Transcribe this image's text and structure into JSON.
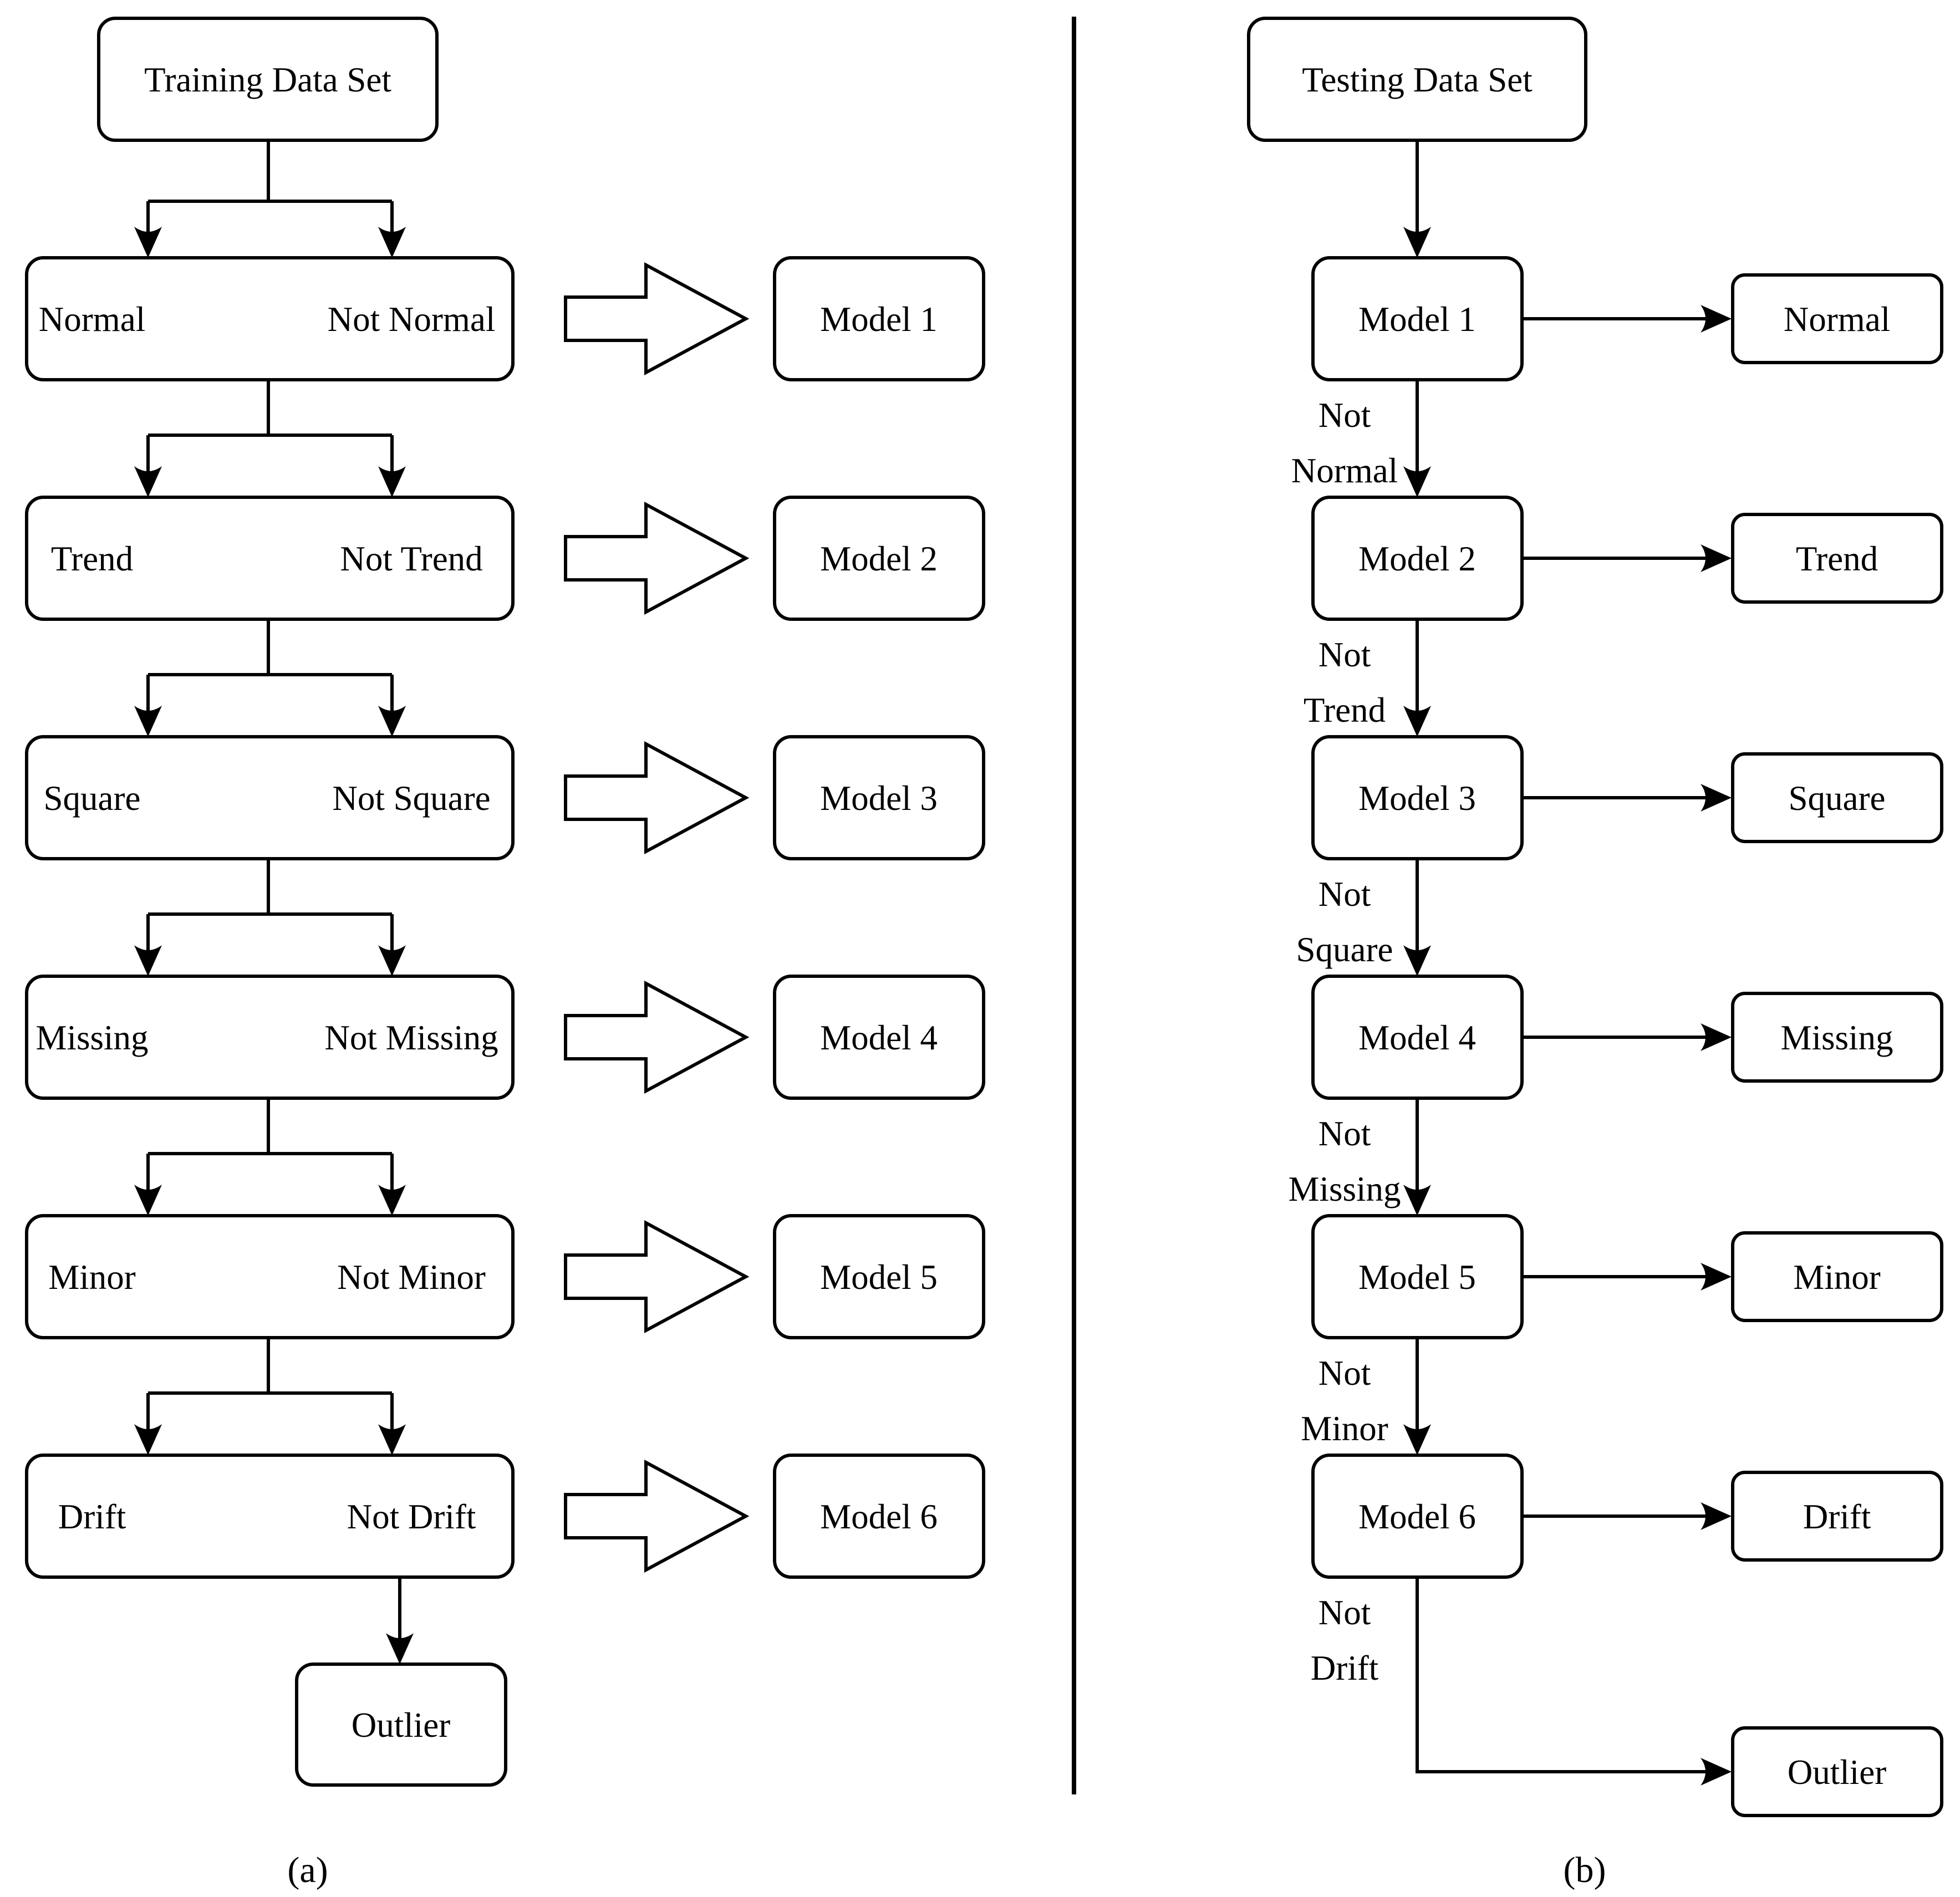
{
  "figure": {
    "background": "#ffffff",
    "ink": "#000000",
    "panel_a": {
      "caption": "(a)",
      "source": "Training Data Set",
      "rows": [
        {
          "left": "Normal",
          "right": "Not Normal",
          "model": "Model 1"
        },
        {
          "left": "Trend",
          "right": "Not Trend",
          "model": "Model 2"
        },
        {
          "left": "Square",
          "right": "Not Square",
          "model": "Model 3"
        },
        {
          "left": "Missing",
          "right": "Not Missing",
          "model": "Model 4"
        },
        {
          "left": "Minor",
          "right": "Not Minor",
          "model": "Model 5"
        },
        {
          "left": "Drift",
          "right": "Not Drift",
          "model": "Model 6"
        }
      ],
      "terminal": "Outlier"
    },
    "panel_b": {
      "caption": "(b)",
      "source": "Testing Data Set",
      "rows": [
        {
          "model": "Model 1",
          "output": "Normal",
          "edge": [
            "Not",
            "Normal"
          ]
        },
        {
          "model": "Model 2",
          "output": "Trend",
          "edge": [
            "Not",
            "Trend"
          ]
        },
        {
          "model": "Model 3",
          "output": "Square",
          "edge": [
            "Not",
            "Square"
          ]
        },
        {
          "model": "Model 4",
          "output": "Missing",
          "edge": [
            "Not",
            "Missing"
          ]
        },
        {
          "model": "Model 5",
          "output": "Minor",
          "edge": [
            "Not",
            "Minor"
          ]
        },
        {
          "model": "Model 6",
          "output": "Drift",
          "edge": [
            "Not",
            "Drift"
          ]
        }
      ],
      "terminal": "Outlier"
    }
  }
}
